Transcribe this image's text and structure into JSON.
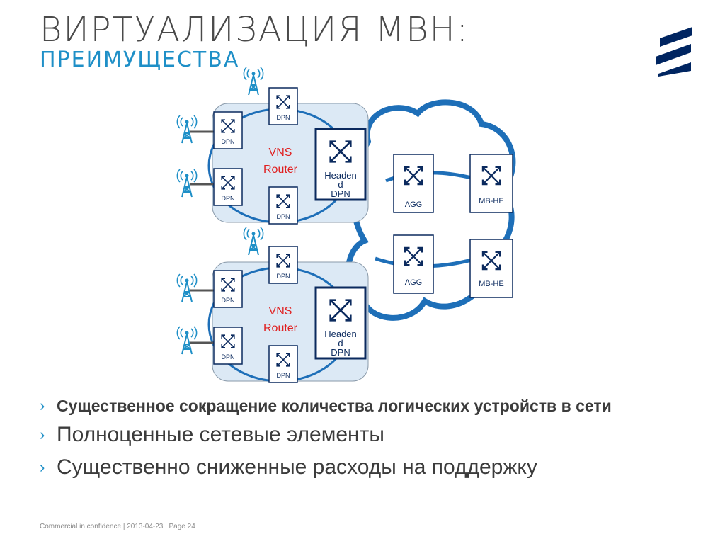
{
  "header": {
    "title": "ВИРТУАЛИЗАЦИЯ МВН:",
    "subtitle": "ПРЕИМУЩЕСТВА"
  },
  "colors": {
    "accent": "#1e8fc7",
    "navy": "#0b2a5e",
    "router_red": "#e02020",
    "panel_fill": "#dce9f5",
    "logo_blue": "#002561"
  },
  "diagram": {
    "clusters": [
      {
        "router_label_line1": "VNS",
        "router_label_line2": "Router",
        "headend_line1": "Headen",
        "headend_line2": "d",
        "headend_line3": "DPN",
        "dpn_labels": [
          "DPN",
          "DPN",
          "DPN",
          "DPN"
        ]
      },
      {
        "router_label_line1": "VNS",
        "router_label_line2": "Router",
        "headend_line1": "Headen",
        "headend_line2": "d",
        "headend_line3": "DPN",
        "dpn_labels": [
          "DPN",
          "DPN",
          "DPN",
          "DPN"
        ]
      }
    ],
    "core_nodes": [
      "AGG",
      "MB-HE",
      "AGG",
      "MB-HE"
    ]
  },
  "bullets": [
    "Существенное сокращение количества логических устройств в сети",
    "Полноценные сетевые элементы",
    "Существенно сниженные расходы на поддержку"
  ],
  "bullet_glyph": "›",
  "footer": "Commercial in confidence  |  2013-04-23  |  Page 24"
}
